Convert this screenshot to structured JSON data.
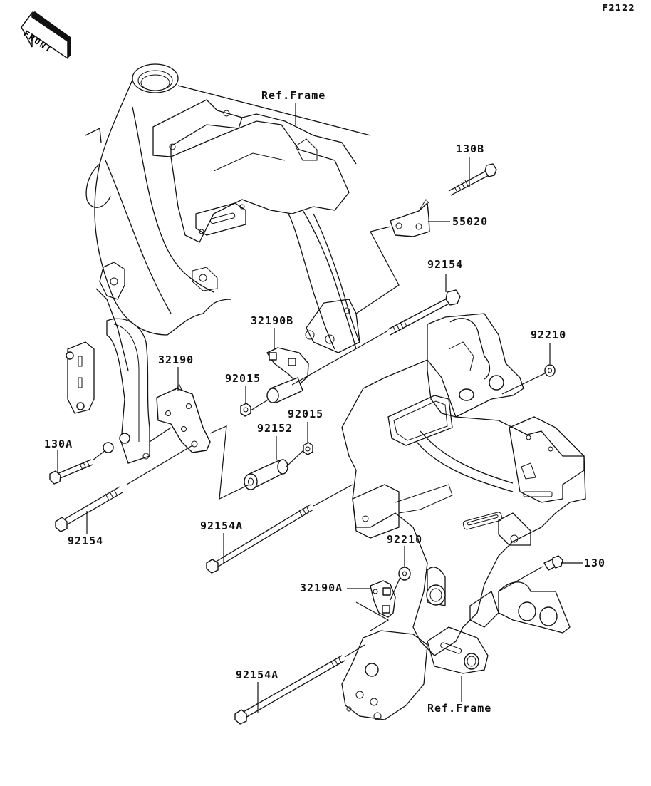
{
  "diagram": {
    "figure_code": "F2122",
    "front_indicator": "FRONT",
    "labels": {
      "ref_frame_top": "Ref.Frame",
      "ref_frame_bottom": "Ref.Frame",
      "p130B": "130B",
      "p55020": "55020",
      "p92154_right": "92154",
      "p32190B": "32190B",
      "p92210_top": "92210",
      "p32190": "32190",
      "p92015_a": "92015",
      "p92015_b": "92015",
      "p92152": "92152",
      "p130A": "130A",
      "p92154_left": "92154",
      "p92154A_mid": "92154A",
      "p92210_bottom": "92210",
      "p32190A": "32190A",
      "p130": "130",
      "p92154A_bottom": "92154A"
    }
  }
}
